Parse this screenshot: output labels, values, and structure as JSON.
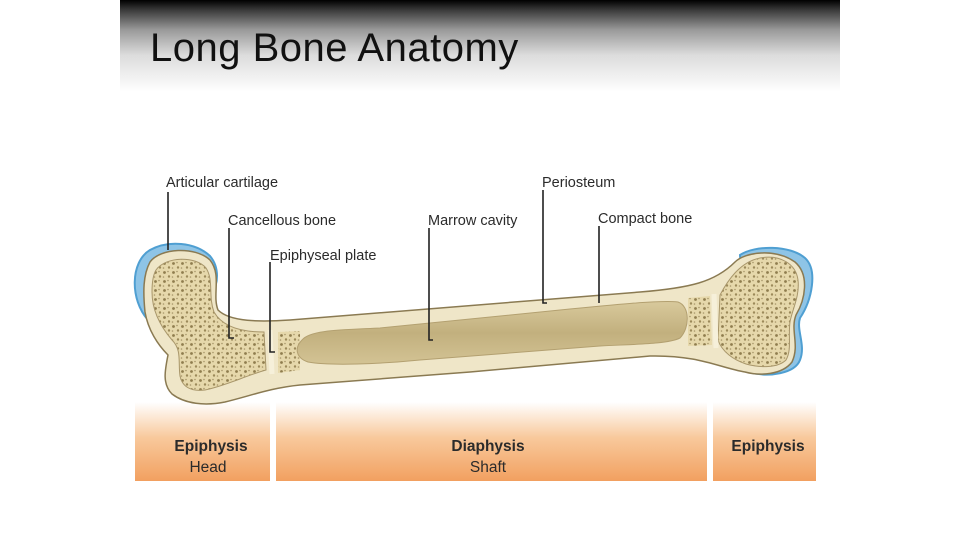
{
  "title": "Long Bone Anatomy",
  "labels": {
    "articular_cartilage": "Articular cartilage",
    "cancellous_bone": "Cancellous bone",
    "epiphyseal_plate": "Epiphyseal plate",
    "marrow_cavity": "Marrow cavity",
    "periosteum": "Periosteum",
    "compact_bone": "Compact bone"
  },
  "regions": {
    "left": {
      "name": "Epiphysis",
      "sub": "Head"
    },
    "middle": {
      "name": "Diaphysis",
      "sub": "Shaft"
    },
    "right": {
      "name": "Epiphysis"
    }
  },
  "colors": {
    "cartilage": "#8ec4e6",
    "cartilage_edge": "#4f9fd2",
    "compact_bone": "#ede3c4",
    "cancellous": "#d9c998",
    "marrow": "#c9b98a",
    "band_orange": "#f2a564"
  }
}
